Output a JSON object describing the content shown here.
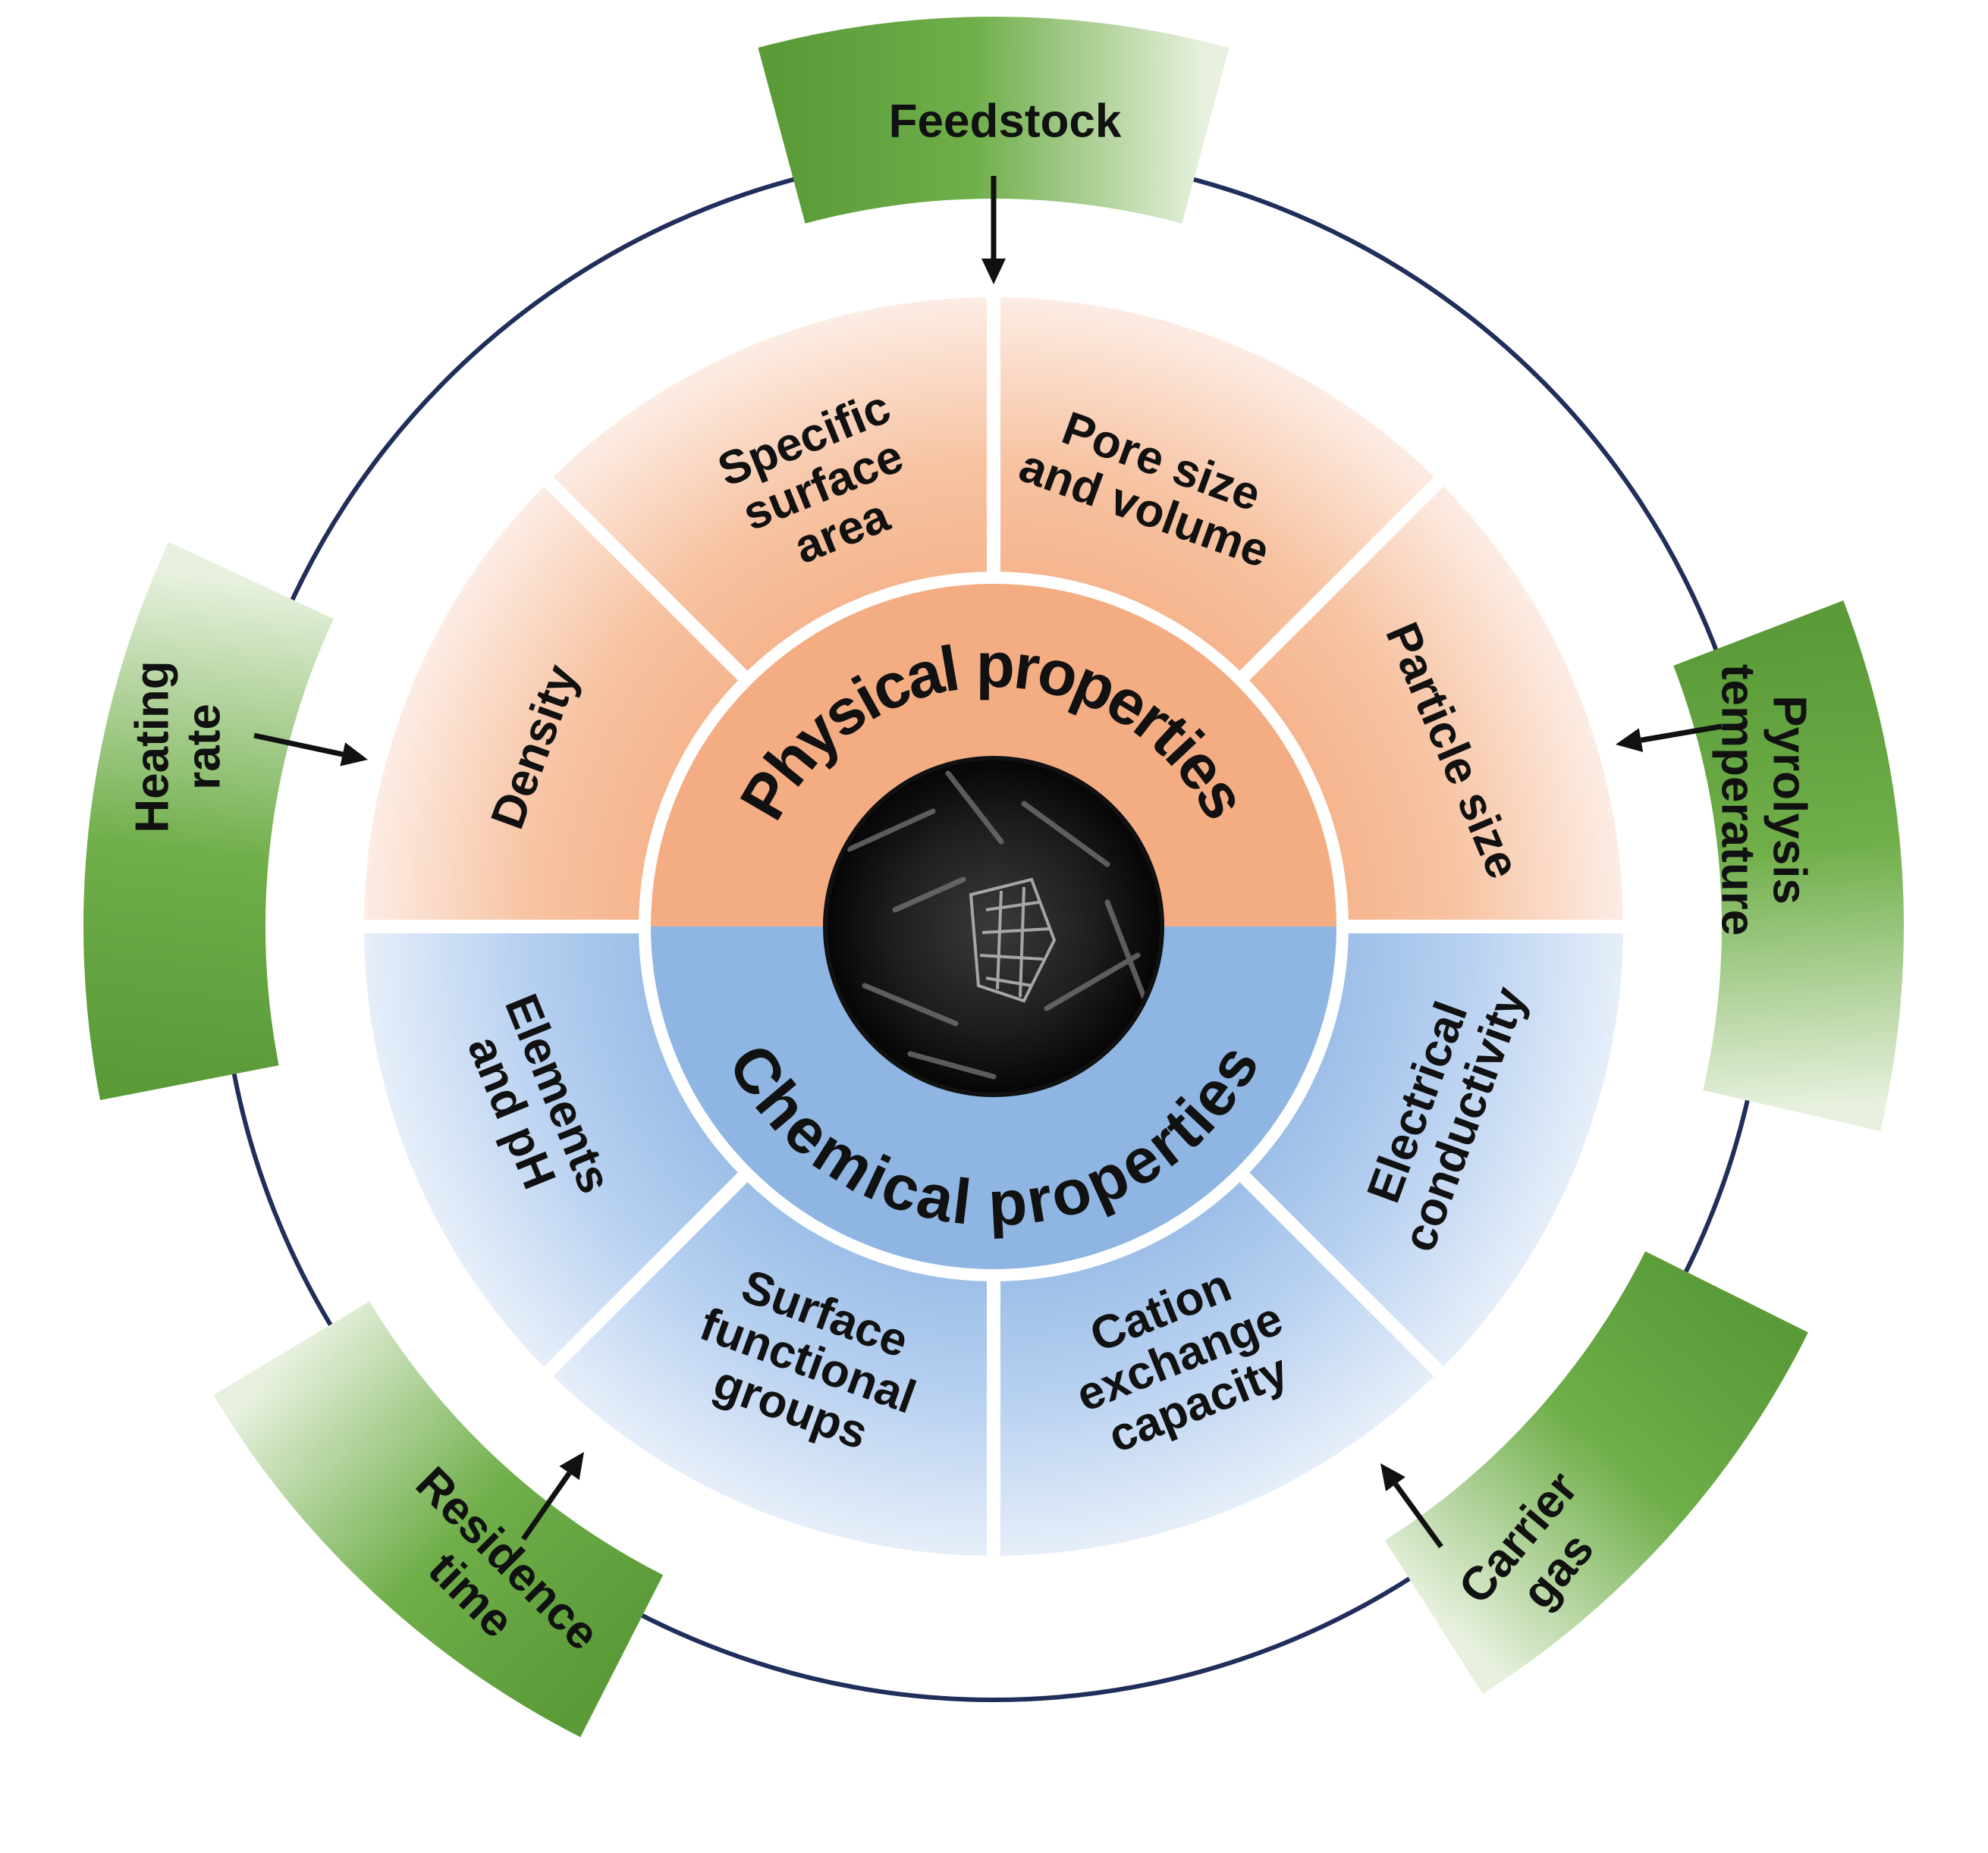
{
  "center": {
    "top_label": "Physical properties",
    "bottom_label": "Chemical properties"
  },
  "physical": [
    {
      "id": "pore",
      "lines": [
        "Pore size",
        "and volume"
      ]
    },
    {
      "id": "specific",
      "lines": [
        "Specific",
        "surface",
        "area"
      ]
    },
    {
      "id": "density",
      "lines": [
        "Density"
      ]
    },
    {
      "id": "particle",
      "lines": [
        "Particle size"
      ]
    }
  ],
  "chemical": [
    {
      "id": "elements",
      "lines": [
        "Elements",
        "and pH"
      ]
    },
    {
      "id": "surface",
      "lines": [
        "Surface",
        "functional",
        "groups"
      ]
    },
    {
      "id": "cation",
      "lines": [
        "Cation",
        "exchange",
        "capacity"
      ]
    },
    {
      "id": "electrical",
      "lines": [
        "Electrical",
        "conductivity"
      ]
    }
  ],
  "factors": [
    {
      "id": "feedstock",
      "lines": [
        "Feedstock"
      ]
    },
    {
      "id": "pyrolysis",
      "lines": [
        "Pyrolysis",
        "temperature"
      ]
    },
    {
      "id": "carrier",
      "lines": [
        "Carrier",
        "gas"
      ]
    },
    {
      "id": "residence",
      "lines": [
        "Residence",
        "time"
      ]
    },
    {
      "id": "heating",
      "lines": [
        "Heating",
        "rate"
      ]
    }
  ],
  "colors": {
    "physical_inner": "#f4ad83",
    "physical_fade": "#fdf0ea",
    "chemical_inner": "#8fb6e2",
    "chemical_fade": "#eaf1fa",
    "factor_green": "#5ea03c",
    "factor_fade": "#e8f1df",
    "ring": "#1f2e5a"
  }
}
